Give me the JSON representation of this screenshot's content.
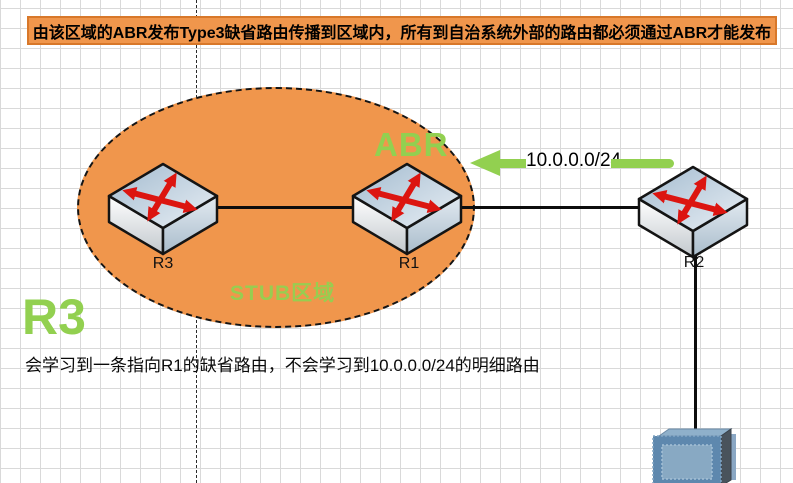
{
  "banner": {
    "text": "由该区域的ABR发布Type3缺省路由传播到区域内，所有到自治系统外部的路由都必须通过ABR才能发布"
  },
  "area": {
    "stub_label": "STUB区域",
    "abr_label": "ABR"
  },
  "nodes": {
    "r3": {
      "label": "R3"
    },
    "r1": {
      "label": "R1"
    },
    "r2": {
      "label": "R2"
    }
  },
  "route_arrow": {
    "label": "10.0.0.0/24"
  },
  "note": {
    "title": "R3",
    "text": "会学习到一条指向R1的缺省路由，不会学习到10.0.0.0/24的明细路由"
  },
  "colors": {
    "area_orange": "#F0964C",
    "banner_border": "#D8782A",
    "accent_green": "#92D050",
    "arrow_red": "#DC1510",
    "link_black": "#0D0D0D"
  }
}
